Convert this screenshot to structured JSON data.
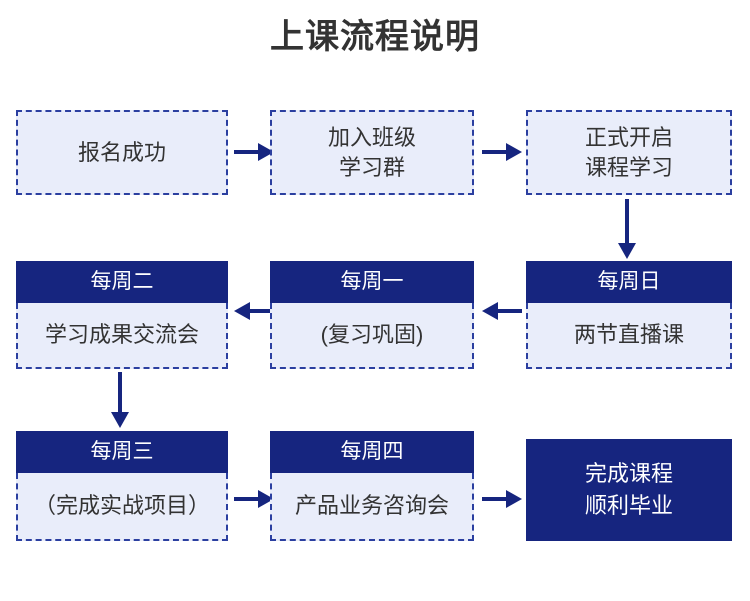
{
  "page": {
    "title": "上课流程说明",
    "background_color": "#ffffff"
  },
  "colors": {
    "navy": "#16257f",
    "dash_border": "#2b3fa0",
    "light_fill": "#e9edfa",
    "text_dark": "#333333",
    "text_light": "#ffffff",
    "arrow": "#16257f"
  },
  "flow": {
    "row1": [
      {
        "id": "signup-success",
        "type": "plain",
        "text": "报名成功"
      },
      {
        "id": "join-class-group",
        "type": "plain",
        "text": "加入班级\n学习群"
      },
      {
        "id": "start-course",
        "type": "plain",
        "text": "正式开启\n课程学习"
      }
    ],
    "row2": [
      {
        "id": "tuesday",
        "type": "headed",
        "head": "每周二",
        "body": "学习成果交流会"
      },
      {
        "id": "monday",
        "type": "headed",
        "head": "每周一",
        "body": "(复习巩固)"
      },
      {
        "id": "sunday",
        "type": "headed",
        "head": "每周日",
        "body": "两节直播课"
      }
    ],
    "row3": [
      {
        "id": "wednesday",
        "type": "headed",
        "head": "每周三",
        "body": "（完成实战项目）"
      },
      {
        "id": "thursday",
        "type": "headed",
        "head": "每周四",
        "body": "产品业务咨询会"
      },
      {
        "id": "graduate",
        "type": "solid",
        "text": "完成课程\n顺利毕业"
      }
    ],
    "arrows": [
      {
        "id": "a1",
        "icon": "arrow-right-icon",
        "direction": "right"
      },
      {
        "id": "a2",
        "icon": "arrow-right-icon",
        "direction": "right"
      },
      {
        "id": "a3",
        "icon": "arrow-down-icon",
        "direction": "down"
      },
      {
        "id": "a4",
        "icon": "arrow-left-icon",
        "direction": "left"
      },
      {
        "id": "a5",
        "icon": "arrow-left-icon",
        "direction": "left"
      },
      {
        "id": "a6",
        "icon": "arrow-down-icon",
        "direction": "down"
      },
      {
        "id": "a7",
        "icon": "arrow-right-icon",
        "direction": "right"
      },
      {
        "id": "a8",
        "icon": "arrow-right-icon",
        "direction": "right"
      }
    ]
  }
}
